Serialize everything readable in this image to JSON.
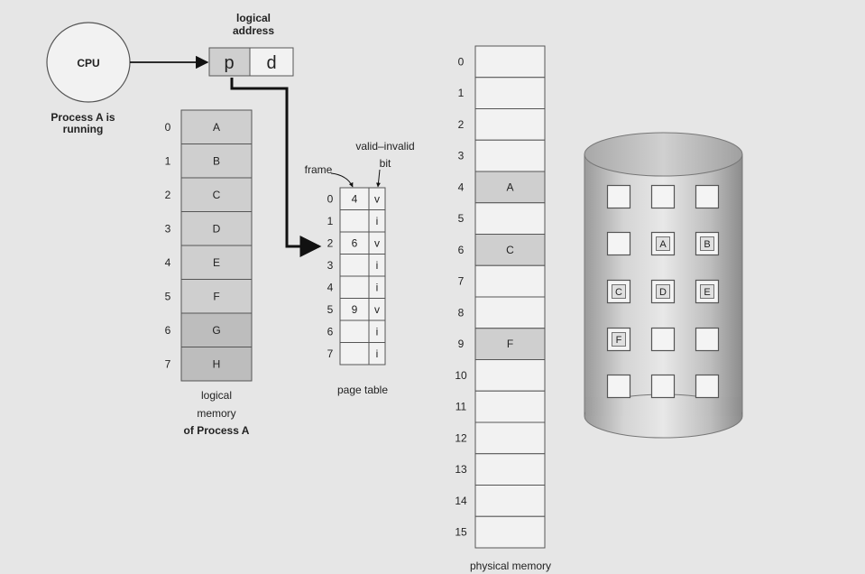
{
  "cpu": {
    "label": "CPU",
    "caption_line1": "Process A is",
    "caption_line2": "running"
  },
  "logical_address": {
    "title_line1": "logical",
    "title_line2": "address",
    "p": "p",
    "d": "d"
  },
  "logical_memory": {
    "rows": [
      {
        "index": "0",
        "page": "A"
      },
      {
        "index": "1",
        "page": "B"
      },
      {
        "index": "2",
        "page": "C"
      },
      {
        "index": "3",
        "page": "D"
      },
      {
        "index": "4",
        "page": "E"
      },
      {
        "index": "5",
        "page": "F"
      },
      {
        "index": "6",
        "page": "G"
      },
      {
        "index": "7",
        "page": "H"
      }
    ],
    "caption_line1": "logical",
    "caption_line2": "memory",
    "caption_line3": "of Process A"
  },
  "page_table": {
    "header_valid_line1": "valid–invalid",
    "header_valid_line2": "bit",
    "header_frame": "frame",
    "rows": [
      {
        "index": "0",
        "frame": "4",
        "bit": "v"
      },
      {
        "index": "1",
        "frame": "",
        "bit": "i"
      },
      {
        "index": "2",
        "frame": "6",
        "bit": "v"
      },
      {
        "index": "3",
        "frame": "",
        "bit": "i"
      },
      {
        "index": "4",
        "frame": "",
        "bit": "i"
      },
      {
        "index": "5",
        "frame": "9",
        "bit": "v"
      },
      {
        "index": "6",
        "frame": "",
        "bit": "i"
      },
      {
        "index": "7",
        "frame": "",
        "bit": "i"
      }
    ],
    "caption": "page table"
  },
  "physical_memory": {
    "frames": [
      {
        "index": "0",
        "content": ""
      },
      {
        "index": "1",
        "content": ""
      },
      {
        "index": "2",
        "content": ""
      },
      {
        "index": "3",
        "content": ""
      },
      {
        "index": "4",
        "content": "A"
      },
      {
        "index": "5",
        "content": ""
      },
      {
        "index": "6",
        "content": "C"
      },
      {
        "index": "7",
        "content": ""
      },
      {
        "index": "8",
        "content": ""
      },
      {
        "index": "9",
        "content": "F"
      },
      {
        "index": "10",
        "content": ""
      },
      {
        "index": "11",
        "content": ""
      },
      {
        "index": "12",
        "content": ""
      },
      {
        "index": "13",
        "content": ""
      },
      {
        "index": "14",
        "content": ""
      },
      {
        "index": "15",
        "content": ""
      }
    ],
    "caption": "physical memory"
  },
  "disk": {
    "grid": [
      [
        "",
        "",
        ""
      ],
      [
        "",
        "A",
        "B"
      ],
      [
        "C",
        "D",
        "E"
      ],
      [
        "F",
        "",
        ""
      ],
      [
        "",
        "",
        ""
      ]
    ]
  },
  "colors": {
    "background": "#e6e6e6",
    "cell_fill": "#cfcfcf",
    "cell_dark": "#bdbdbd",
    "box_fill": "#f2f2f2",
    "stroke": "#555555"
  }
}
